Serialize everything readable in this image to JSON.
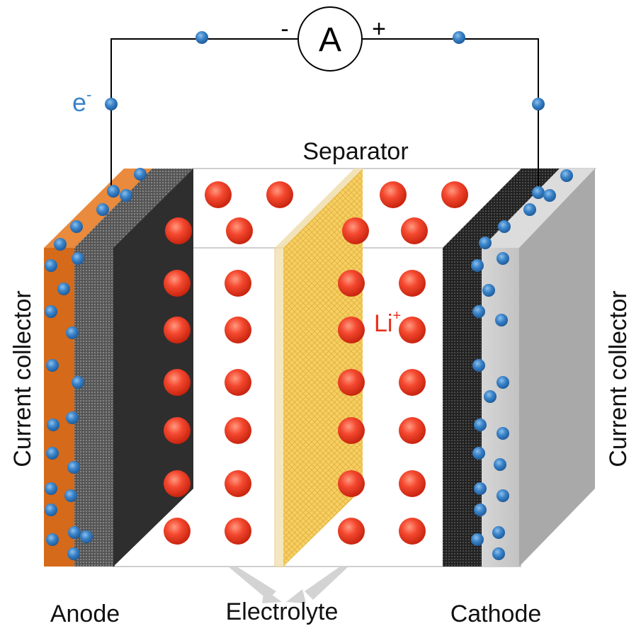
{
  "labels": {
    "separator": "Separator",
    "anode": "Anode",
    "electrolyte": "Electrolyte",
    "cathode": "Cathode",
    "current_collector_left": "Current collector",
    "current_collector_right": "Current collector",
    "ammeter": "A",
    "minus": "-",
    "plus": "+",
    "electron_base": "e",
    "electron_sup": "-",
    "ion_base": "Li",
    "ion_sup": "+"
  },
  "colors": {
    "copper": "#d86a1c",
    "anode_dark": "#2b2b2b",
    "separator_yellow": "#f5c95a",
    "cathode_collector": "#c8c8c8",
    "electron": "#3a83c9",
    "lithium_ion": "#f0402a",
    "wire": "#000000",
    "electron_label": "#3a83c9",
    "ion_label": "#e8301c"
  }
}
